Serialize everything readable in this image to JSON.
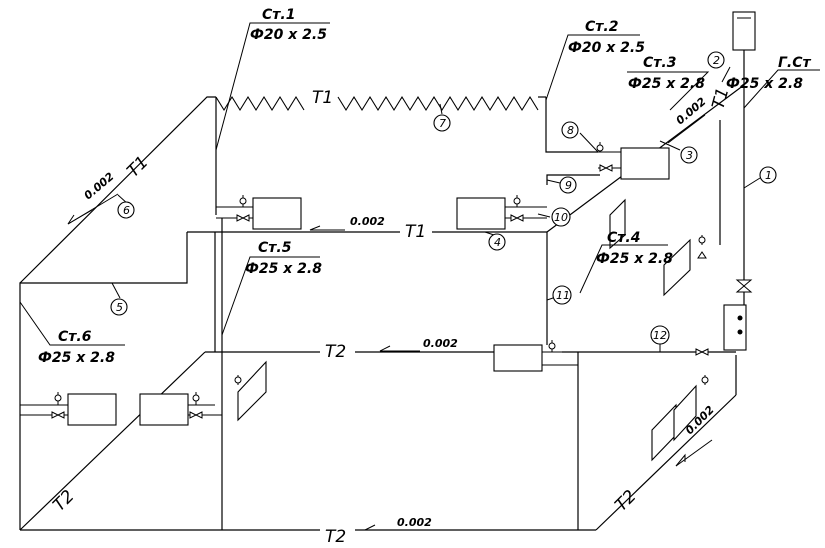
{
  "risers": {
    "st1": {
      "name": "Ст.1",
      "dim": "Ф20 х 2.5"
    },
    "st2": {
      "name": "Ст.2",
      "dim": "Ф20 х 2.5"
    },
    "st3": {
      "name": "Ст.3",
      "dim": "Ф25 х 2.8"
    },
    "gst": {
      "name": "Г.Ст",
      "dim": "Ф25 х 2.8"
    },
    "st4": {
      "name": "Ст.4",
      "dim": "Ф25 х 2.8"
    },
    "st5": {
      "name": "Ст.5",
      "dim": "Ф25 х 2.8"
    },
    "st6": {
      "name": "Ст.6",
      "dim": "Ф25 х 2.8"
    }
  },
  "pipes": {
    "t1": "Т1",
    "t2": "Т2"
  },
  "slopes": {
    "s1": "0.002",
    "s2": "0.002",
    "s3": "0.002",
    "s4": "0.002",
    "s5": "0.002",
    "s6": "0.002"
  },
  "markers": [
    "1",
    "2",
    "3",
    "4",
    "5",
    "6",
    "7",
    "8",
    "9",
    "10",
    "11",
    "12"
  ]
}
